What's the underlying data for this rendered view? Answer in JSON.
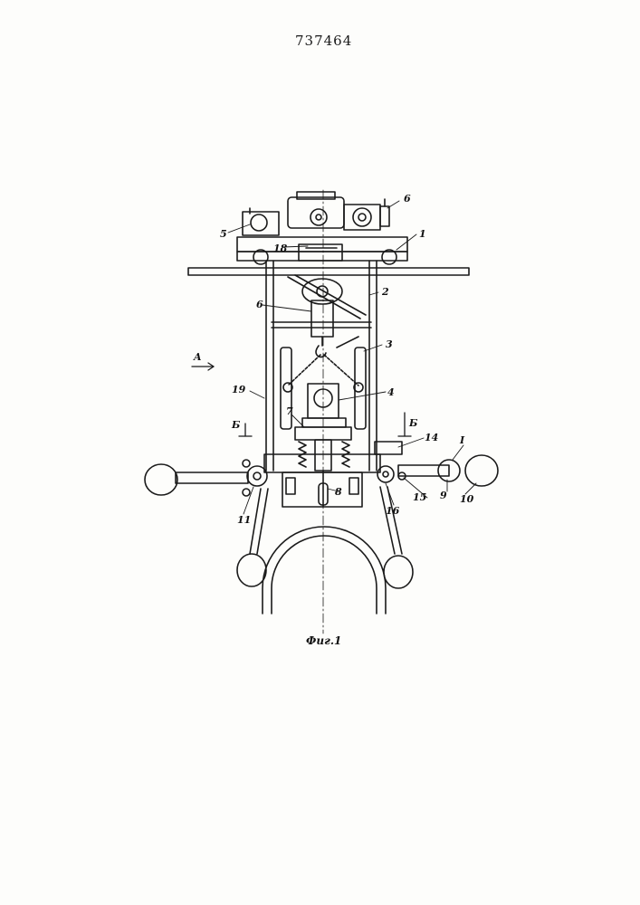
{
  "document": {
    "patent_number": "737464",
    "figure_caption": "Фиг.1"
  },
  "labels": {
    "l1": "1",
    "l2": "2",
    "l3": "3",
    "l4": "4",
    "l5": "5",
    "l6a": "6",
    "l6b": "6",
    "l7": "7",
    "l8": "8",
    "l9": "9",
    "l10": "10",
    "l11": "11",
    "l14": "14",
    "l15": "15",
    "l16": "16",
    "l18": "18",
    "l19": "19",
    "lI": "I",
    "lA": "A",
    "lBleft": "Б",
    "lBright": "Б"
  },
  "colors": {
    "ink": "#1a1a1a",
    "paper": "#fdfdfb"
  }
}
